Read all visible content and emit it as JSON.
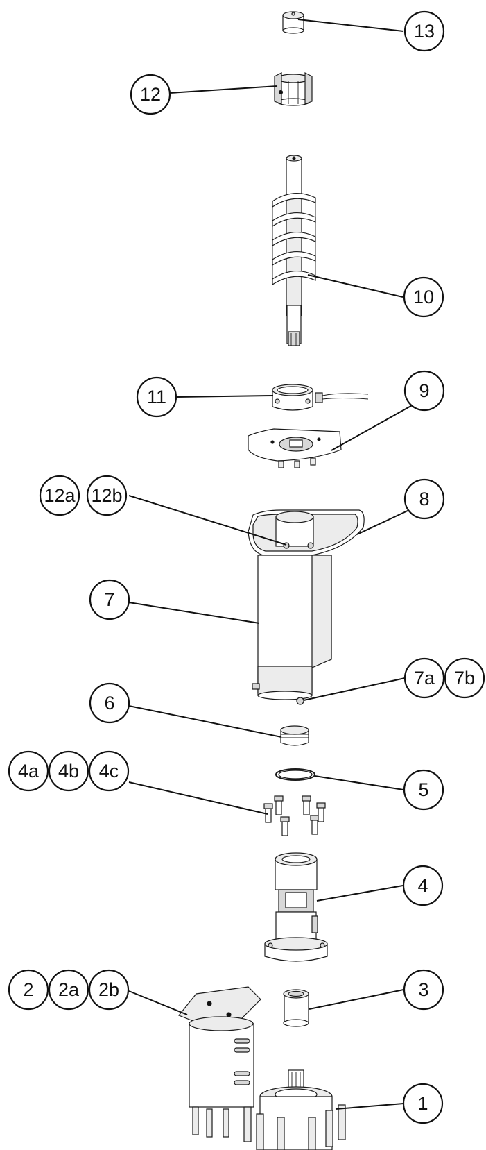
{
  "diagram": {
    "callouts": [
      {
        "id": "c13",
        "label": "13"
      },
      {
        "id": "c12",
        "label": "12"
      },
      {
        "id": "c10",
        "label": "10"
      },
      {
        "id": "c11",
        "label": "11"
      },
      {
        "id": "c9",
        "label": "9"
      },
      {
        "id": "c12a",
        "label": "12a"
      },
      {
        "id": "c12b",
        "label": "12b"
      },
      {
        "id": "c8",
        "label": "8"
      },
      {
        "id": "c7",
        "label": "7"
      },
      {
        "id": "c7a",
        "label": "7a"
      },
      {
        "id": "c7b",
        "label": "7b"
      },
      {
        "id": "c6",
        "label": "6"
      },
      {
        "id": "c4a",
        "label": "4a"
      },
      {
        "id": "c4b",
        "label": "4b"
      },
      {
        "id": "c4c",
        "label": "4c"
      },
      {
        "id": "c5",
        "label": "5"
      },
      {
        "id": "c4",
        "label": "4"
      },
      {
        "id": "c2",
        "label": "2"
      },
      {
        "id": "c2a",
        "label": "2a"
      },
      {
        "id": "c2b",
        "label": "2b"
      },
      {
        "id": "c3",
        "label": "3"
      },
      {
        "id": "c1",
        "label": "1"
      }
    ]
  }
}
